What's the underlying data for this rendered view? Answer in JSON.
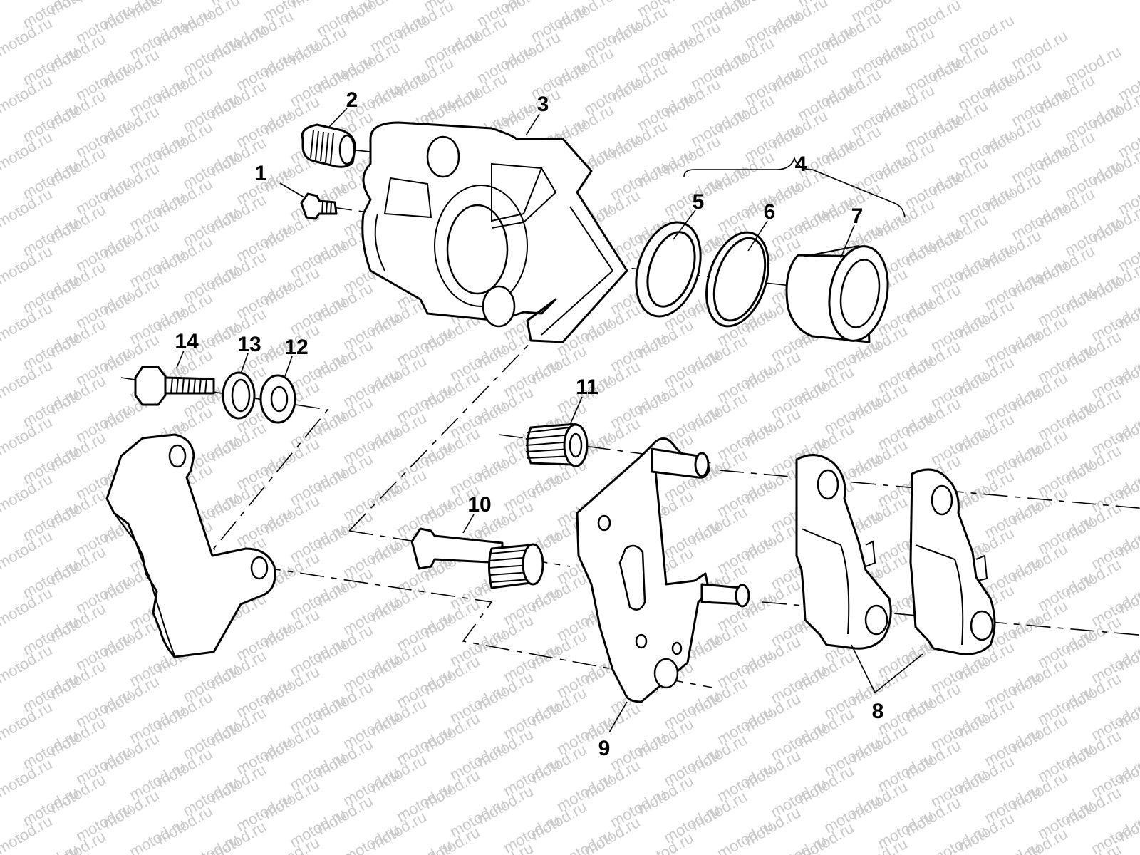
{
  "watermark": {
    "text": "motod.ru"
  },
  "callouts": {
    "c1": "1",
    "c2": "2",
    "c3": "3",
    "c4": "4",
    "c5": "5",
    "c6": "6",
    "c7": "7",
    "c8": "8",
    "c9": "9",
    "c10": "10",
    "c11": "11",
    "c12": "12",
    "c13": "13",
    "c14": "14"
  }
}
